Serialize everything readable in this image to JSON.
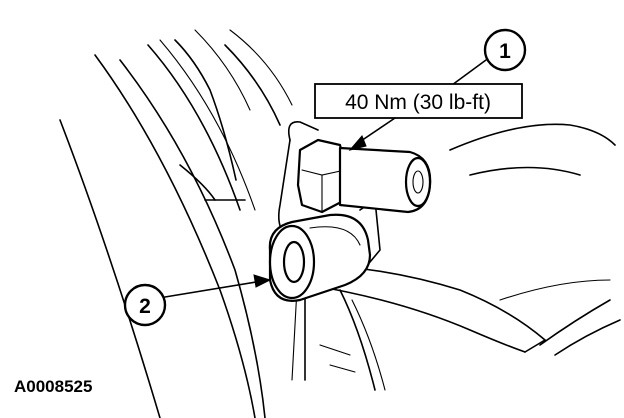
{
  "figure_id": "A0008525",
  "callouts": [
    {
      "number": "1",
      "label": "40 Nm (30 lb-ft)"
    },
    {
      "number": "2",
      "label": ""
    }
  ]
}
